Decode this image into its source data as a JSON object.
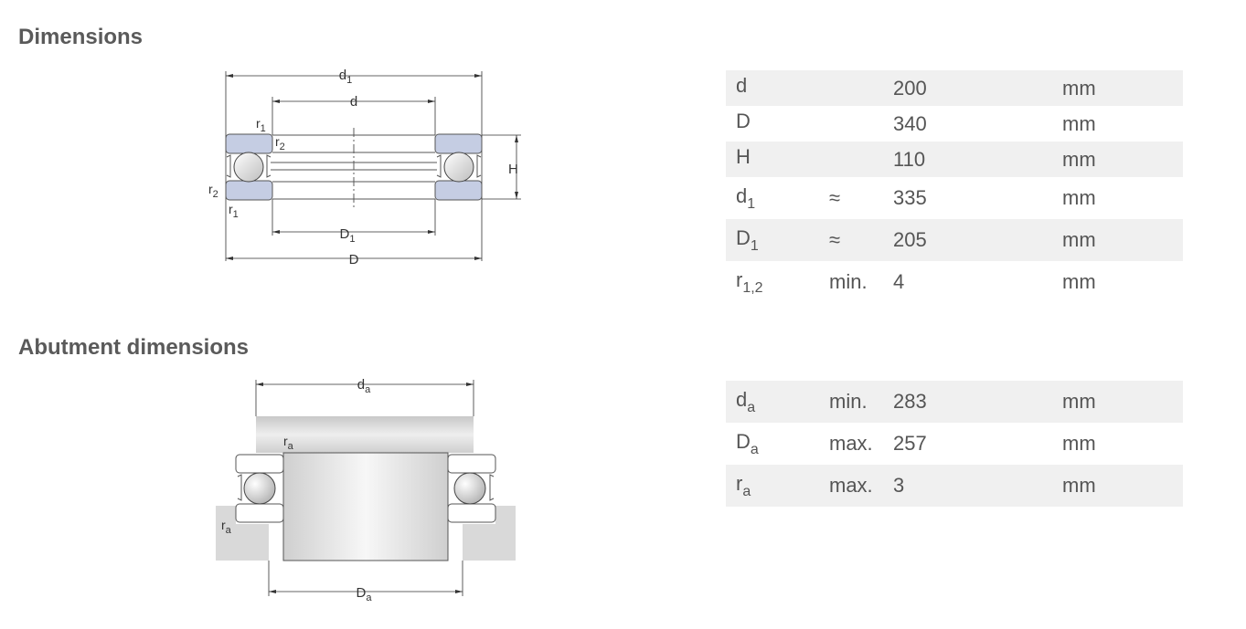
{
  "sections": {
    "dimensions": {
      "title": "Dimensions",
      "diagram_labels": {
        "d1": "d",
        "d1_sub": "1",
        "d": "d",
        "r1_top": "r",
        "r1_top_sub": "1",
        "r2_top": "r",
        "r2_top_sub": "2",
        "r2_left": "r",
        "r2_left_sub": "2",
        "r1_left": "r",
        "r1_left_sub": "1",
        "H": "H",
        "D1": "D",
        "D1_sub": "1",
        "D": "D"
      },
      "rows": [
        {
          "sym": "d",
          "sub": "",
          "qual": "",
          "value": "200",
          "unit": "mm"
        },
        {
          "sym": "D",
          "sub": "",
          "qual": "",
          "value": "340",
          "unit": "mm"
        },
        {
          "sym": "H",
          "sub": "",
          "qual": "",
          "value": "110",
          "unit": "mm"
        },
        {
          "sym": "d",
          "sub": "1",
          "qual": "≈",
          "value": "335",
          "unit": "mm"
        },
        {
          "sym": "D",
          "sub": "1",
          "qual": "≈",
          "value": "205",
          "unit": "mm"
        },
        {
          "sym": "r",
          "sub": "1,2",
          "qual": "min.",
          "value": "4",
          "unit": "mm"
        }
      ]
    },
    "abutment": {
      "title": "Abutment dimensions",
      "diagram_labels": {
        "da": "d",
        "da_sub": "a",
        "ra_top": "r",
        "ra_top_sub": "a",
        "ra_left": "r",
        "ra_left_sub": "a",
        "Da": "D",
        "Da_sub": "a"
      },
      "rows": [
        {
          "sym": "d",
          "sub": "a",
          "qual": "min.",
          "value": "283",
          "unit": "mm"
        },
        {
          "sym": "D",
          "sub": "a",
          "qual": "max.",
          "value": "257",
          "unit": "mm"
        },
        {
          "sym": "r",
          "sub": "a",
          "qual": "max.",
          "value": "3",
          "unit": "mm"
        }
      ]
    }
  },
  "colors": {
    "washer_fill": "#c5cde3",
    "row_shade": "#f0f0f0",
    "title_text": "#5a5a5a",
    "shaft_gray": "#d9d9d9"
  }
}
